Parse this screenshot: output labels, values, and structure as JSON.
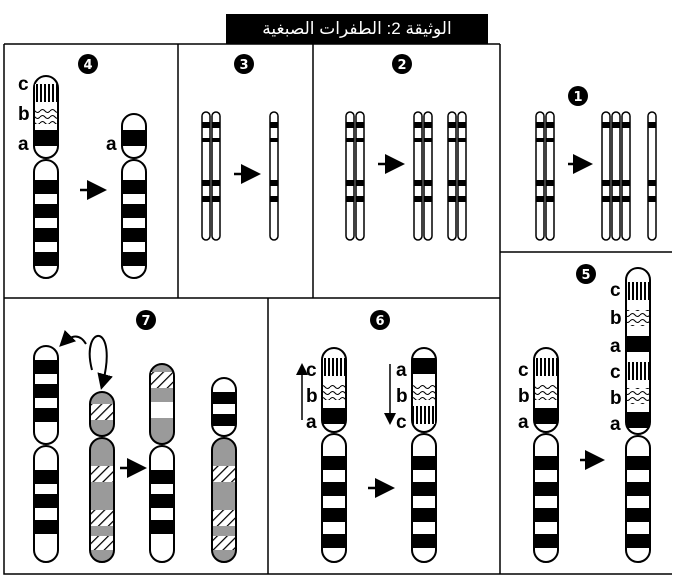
{
  "title": "الوثيقة 2: الطفرات الصبغية",
  "panels": [
    {
      "number": "4",
      "labels": [
        "c",
        "b",
        "a"
      ],
      "after_labels": [
        "a"
      ]
    },
    {
      "number": "3"
    },
    {
      "number": "2"
    },
    {
      "number": "1"
    },
    {
      "number": "5",
      "labels": [
        "c",
        "b",
        "a"
      ],
      "after_labels": [
        "c",
        "b",
        "a",
        "c",
        "b",
        "a"
      ]
    },
    {
      "number": "6",
      "labels": [
        "c",
        "b",
        "a"
      ],
      "after_labels": [
        "a",
        "b",
        "c"
      ]
    },
    {
      "number": "7"
    }
  ],
  "colors": {
    "border": "#000000",
    "band": "#000000",
    "shaded": "#9a9a9a",
    "background": "#ffffff"
  },
  "icons": [
    "arrow-right-icon",
    "curved-arrow-icon",
    "number-badge-icon"
  ]
}
